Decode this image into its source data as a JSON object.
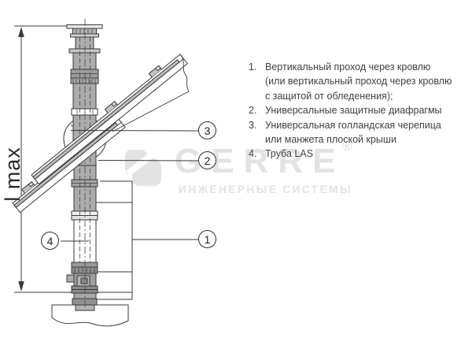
{
  "diagram": {
    "dimension_label": "l max",
    "callouts": [
      "1",
      "2",
      "3",
      "4"
    ]
  },
  "legend": {
    "items": [
      {
        "num": "1.",
        "text": "Вертикальный проход через кровлю (или вертикальный проход через кровлю с защитой от обледенения);"
      },
      {
        "num": "2.",
        "text": "Универсальные защитные диафрагмы"
      },
      {
        "num": "3.",
        "text": "Универсальная голландская черепица или манжета плоской крыши"
      },
      {
        "num": "4.",
        "text": "Труба LAS"
      }
    ]
  },
  "watermark": {
    "brand": "GERRE",
    "registered": "®",
    "tagline": "ИНЖЕНЕРНЫЕ СИСТЕМЫ"
  },
  "colors": {
    "line": "#3a3a3a",
    "pipe_gray": "#ababab",
    "watermark_gray": "#e3e3e3",
    "text": "#3f3f3f"
  }
}
